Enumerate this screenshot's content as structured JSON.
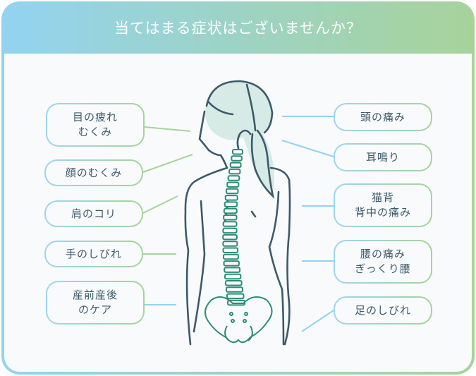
{
  "title": "当てはまる症状はございませんか？",
  "left_symptoms": [
    {
      "lines": [
        "目の疲れ",
        "むくみ"
      ]
    },
    {
      "lines": [
        "顔のむくみ"
      ]
    },
    {
      "lines": [
        "肩のコリ"
      ]
    },
    {
      "lines": [
        "手のしびれ"
      ]
    },
    {
      "lines": [
        "産前産後",
        "のケア"
      ]
    }
  ],
  "right_symptoms": [
    {
      "lines": [
        "頭の痛み"
      ]
    },
    {
      "lines": [
        "耳鳴り"
      ]
    },
    {
      "lines": [
        "猫背",
        "背中の痛み"
      ]
    },
    {
      "lines": [
        "腰の痛み",
        "ぎっくり腰"
      ]
    },
    {
      "lines": [
        "足のしびれ"
      ]
    }
  ],
  "colors": {
    "header_left": "#93d3f0",
    "header_right": "#a7d39a",
    "text": "#3d5a6a",
    "spine": "#2e8b76",
    "hair": "#d6ebe6"
  }
}
